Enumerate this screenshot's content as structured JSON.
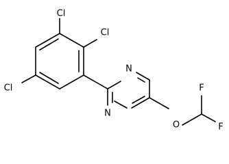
{
  "molecule": {
    "labels": {
      "cl_top": "Cl",
      "cl_upper_right": "Cl",
      "cl_left": "Cl",
      "n_upper": "N",
      "n_lower": "N",
      "o": "O",
      "f_top": "F",
      "f_right": "F"
    }
  }
}
